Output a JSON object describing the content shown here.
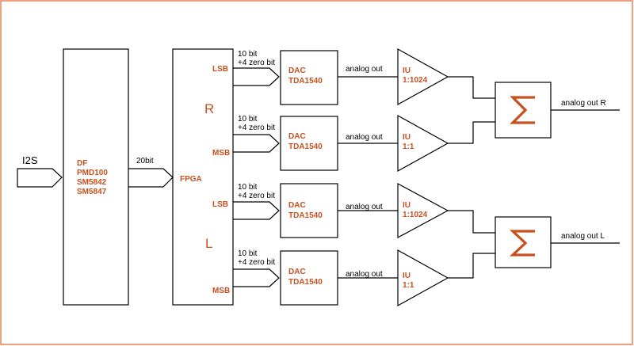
{
  "input": {
    "label": "I2S"
  },
  "df_block": {
    "lines": [
      "DF",
      "PMD100",
      "SM5842",
      "SM5847"
    ]
  },
  "bus": {
    "label": "20bit"
  },
  "fpga": {
    "label": "FPGA",
    "channel_r": "R",
    "channel_l": "L"
  },
  "paths": [
    {
      "bit_label": "LSB",
      "width_line1": "10 bit",
      "width_line2": "+4 zero bit",
      "dac_line1": "DAC",
      "dac_line2": "TDA1540",
      "analog_label": "analog out",
      "iu_line1": "IU",
      "iu_line2": "1:1024"
    },
    {
      "bit_label": "MSB",
      "width_line1": "10 bit",
      "width_line2": "+4 zero bit",
      "dac_line1": "DAC",
      "dac_line2": "TDA1540",
      "analog_label": "analog out",
      "iu_line1": "IU",
      "iu_line2": "1:1"
    },
    {
      "bit_label": "LSB",
      "width_line1": "10 bit",
      "width_line2": "+4 zero bit",
      "dac_line1": "DAC",
      "dac_line2": "TDA1540",
      "analog_label": "analog out",
      "iu_line1": "IU",
      "iu_line2": "1:1024"
    },
    {
      "bit_label": "MSB",
      "width_line1": "10 bit",
      "width_line2": "+4 zero bit",
      "dac_line1": "DAC",
      "dac_line2": "TDA1540",
      "analog_label": "analog out",
      "iu_line1": "IU",
      "iu_line2": "1:1"
    }
  ],
  "summers": [
    {
      "output_label": "analog out R"
    },
    {
      "output_label": "analog out L"
    }
  ],
  "colors": {
    "frame": "#e8805a",
    "accent_text": "#c8501e",
    "line": "#000000"
  }
}
